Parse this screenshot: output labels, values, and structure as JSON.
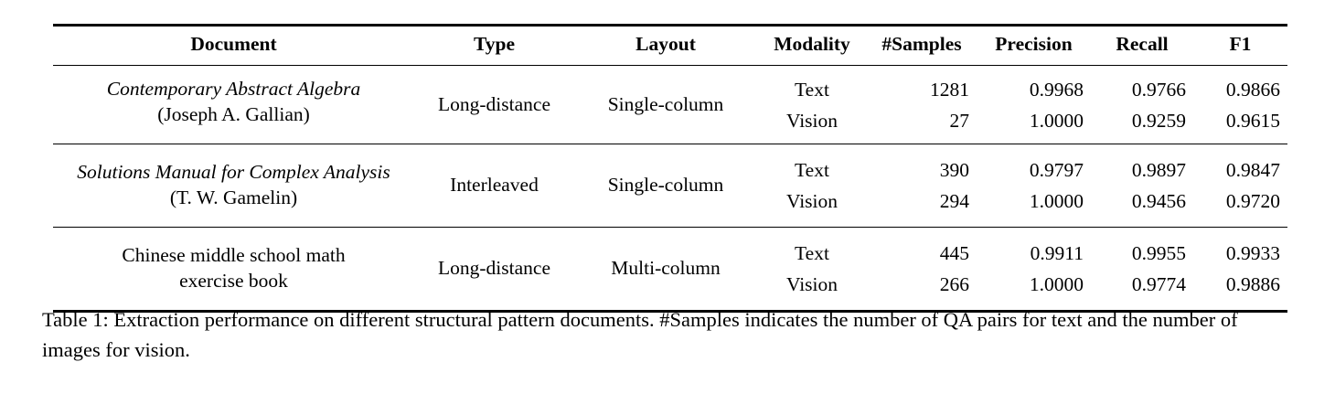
{
  "table": {
    "columns": [
      "Document",
      "Type",
      "Layout",
      "Modality",
      "#Samples",
      "Precision",
      "Recall",
      "F1"
    ],
    "rows": [
      {
        "document_title": "Contemporary Abstract Algebra",
        "document_title_style": "italic",
        "document_author": "(Joseph A. Gallian)",
        "type": "Long-distance",
        "layout": "Single-column",
        "modalities": [
          {
            "modality": "Text",
            "samples": "1281",
            "precision": "0.9968",
            "recall": "0.9766",
            "f1": "0.9866"
          },
          {
            "modality": "Vision",
            "samples": "27",
            "precision": "1.0000",
            "recall": "0.9259",
            "f1": "0.9615"
          }
        ]
      },
      {
        "document_title": "Solutions Manual for Complex Analysis",
        "document_title_style": "italic",
        "document_author": "(T. W. Gamelin)",
        "type": "Interleaved",
        "layout": "Single-column",
        "modalities": [
          {
            "modality": "Text",
            "samples": "390",
            "precision": "0.9797",
            "recall": "0.9897",
            "f1": "0.9847"
          },
          {
            "modality": "Vision",
            "samples": "294",
            "precision": "1.0000",
            "recall": "0.9456",
            "f1": "0.9720"
          }
        ]
      },
      {
        "document_title": "Chinese middle school math",
        "document_title_style": "normal",
        "document_author": "exercise book",
        "type": "Long-distance",
        "layout": "Multi-column",
        "modalities": [
          {
            "modality": "Text",
            "samples": "445",
            "precision": "0.9911",
            "recall": "0.9955",
            "f1": "0.9933"
          },
          {
            "modality": "Vision",
            "samples": "266",
            "precision": "1.0000",
            "recall": "0.9774",
            "f1": "0.9886"
          }
        ]
      }
    ]
  },
  "caption": {
    "text": "Table 1: Extraction performance on different structural pattern documents. #Samples indicates the number of QA pairs for text and the number of images for vision."
  },
  "colors": {
    "background": "#ffffff",
    "text": "#000000",
    "rule": "#000000"
  }
}
